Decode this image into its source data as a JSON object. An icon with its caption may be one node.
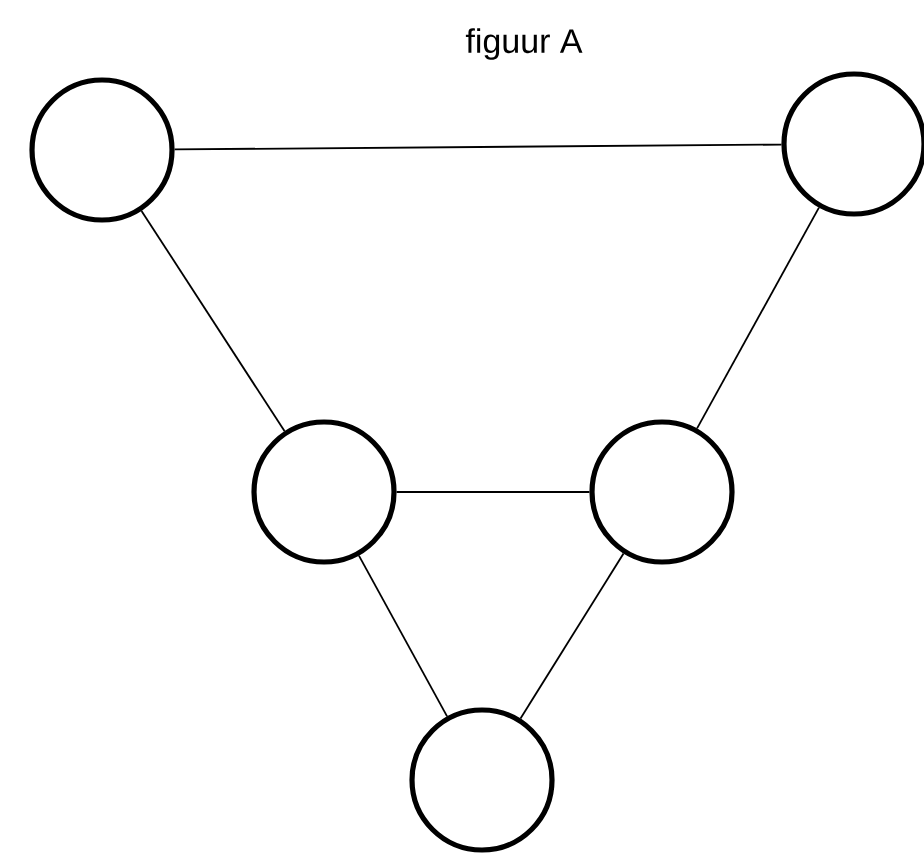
{
  "diagram": {
    "title": "figuur A",
    "nodes": [
      {
        "text": [],
        "shape": "circle"
      },
      {
        "text": [],
        "shape": "circle"
      },
      {
        "text": [],
        "shape": "circle"
      },
      {
        "text": [],
        "shape": "circle"
      },
      {
        "text": [],
        "shape": "circle"
      }
    ],
    "edges": [
      {
        "from": 0,
        "to": 1,
        "arrow": "none"
      },
      {
        "from": 0,
        "to": 2,
        "arrow": "none"
      },
      {
        "from": 1,
        "to": 3,
        "arrow": "none"
      },
      {
        "from": 2,
        "to": 3,
        "arrow": "none"
      },
      {
        "from": 2,
        "to": 4,
        "arrow": "none"
      },
      {
        "from": 3,
        "to": 4,
        "arrow": "none"
      }
    ]
  }
}
